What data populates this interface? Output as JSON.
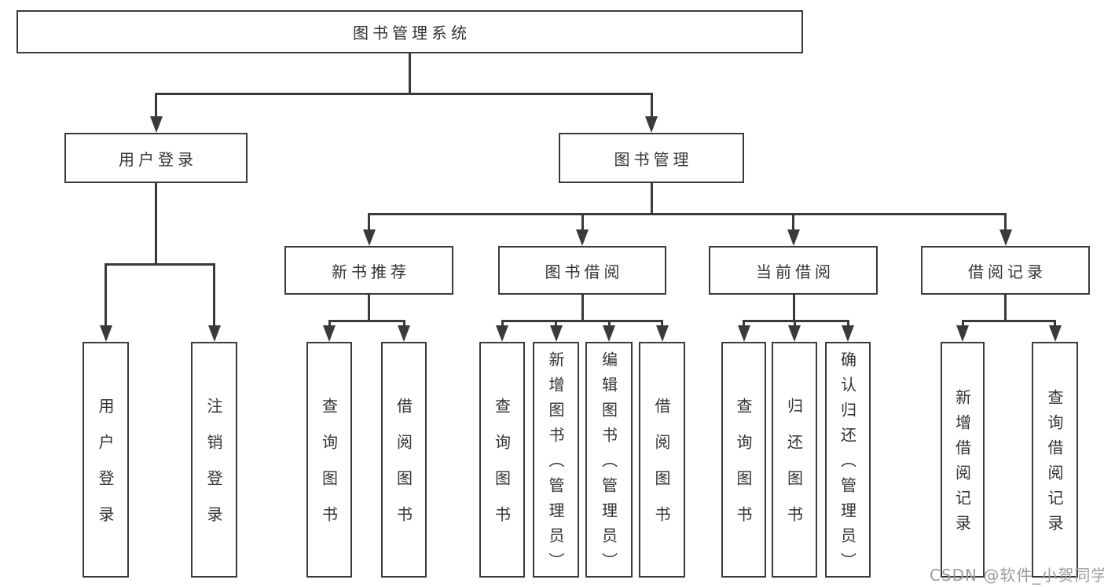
{
  "title": "图书管理系统",
  "level2": {
    "user_login": "用户登录",
    "book_mgmt": "图书管理"
  },
  "level3": {
    "new_books": "新书推荐",
    "borrow": "图书借阅",
    "current": "当前借阅",
    "records": "借阅记录"
  },
  "leaves": {
    "user_login": [
      "用户登录",
      "注销登录"
    ],
    "new_books": [
      "查询图书",
      "借阅图书"
    ],
    "borrow": [
      "查询图书",
      "新增图书（管理员）",
      "编辑图书（管理员）",
      "借阅图书"
    ],
    "current": [
      "查询图书",
      "归还图书",
      "确认归还（管理员）"
    ],
    "records": [
      "新增借阅记录",
      "查询借阅记录"
    ]
  },
  "watermark": "CSDN @软件_小贺同学",
  "colors": {
    "line": "#3a3a3a",
    "text": "#333333",
    "watermark": "#9c9c9c",
    "background": "#ffffff"
  }
}
